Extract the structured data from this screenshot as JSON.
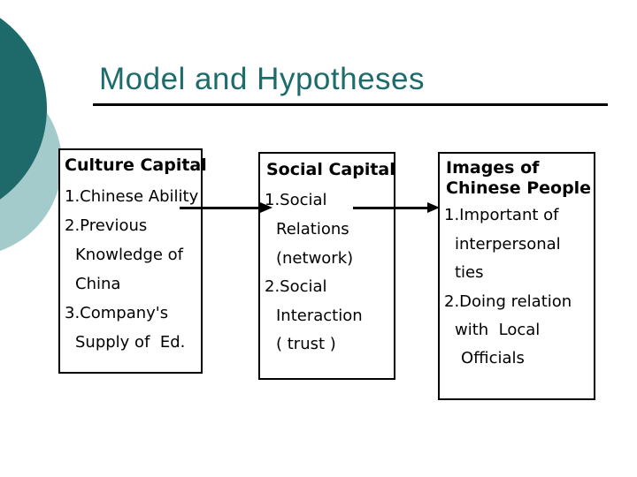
{
  "slide": {
    "title": "Model and Hypotheses",
    "colors": {
      "title_text": "#1d6b6b",
      "circle_dark": "#1e6a6a",
      "circle_light": "#a3cbcb",
      "box_border": "#000000",
      "body_text": "#000000",
      "arrow": "#000000"
    }
  },
  "boxes": [
    {
      "name": "culture-capital",
      "header_lines": [
        "Culture Capital"
      ],
      "lines": [
        "1.Chinese Ability",
        "2.Previous",
        "Knowledge of",
        "China",
        "3.Company's",
        "Supply of  Ed."
      ]
    },
    {
      "name": "social-capital",
      "header_lines": [
        "Social Capital"
      ],
      "lines": [
        "1.Social",
        "Relations",
        "(network)",
        "2.Social",
        "Interaction",
        "( trust )"
      ]
    },
    {
      "name": "images-of-chinese-people",
      "header_lines": [
        "Images of",
        "Chinese People"
      ],
      "lines": [
        "1.Important of",
        "interpersonal",
        "ties",
        "2.Doing relation",
        "with  Local",
        "Officials"
      ]
    }
  ],
  "arrows": [
    {
      "name": "culture-to-social",
      "direction": "right"
    },
    {
      "name": "social-to-images",
      "direction": "right"
    }
  ]
}
